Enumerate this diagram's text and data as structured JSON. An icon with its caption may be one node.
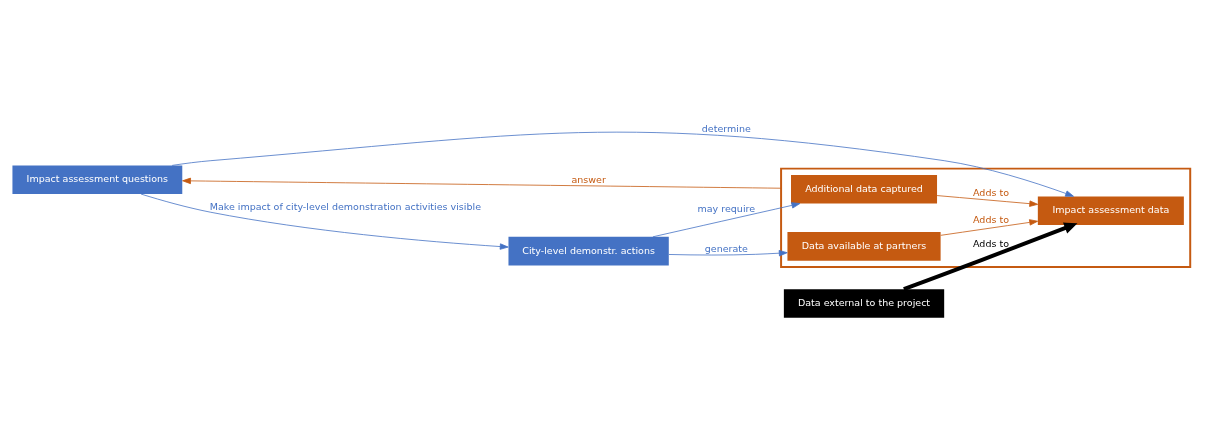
{
  "diagram": {
    "nodes": [
      {
        "text": [],
        "shape": "box"
      },
      {
        "text": [
          "Data available at partners"
        ],
        "in": 0
      },
      {
        "text": [
          "Impact assessment data"
        ],
        "in": 0
      },
      {
        "text": [
          "Additional data captured"
        ],
        "in": 0
      },
      {
        "text": [
          "Impact assessment questions"
        ]
      },
      {
        "text": [
          "City-level demonstr. actions"
        ]
      },
      {
        "text": [
          "Data external to the project"
        ]
      }
    ],
    "edges": [
      {
        "from": 4,
        "to": 5,
        "arrow": "to",
        "label": "Make impact of city-level demonstration activities visible"
      },
      {
        "from": 1,
        "to": 2,
        "arrow": "to",
        "label": "Adds to",
        "color": "#c55a11"
      },
      {
        "from": 5,
        "to": 1,
        "arrow": "to",
        "label": "generate"
      },
      {
        "from": 4,
        "to": 2,
        "arrow": "to",
        "label": "determine"
      },
      {
        "from": 6,
        "to": 2,
        "arrow": "to",
        "label": "Adds to",
        "style": "thick",
        "color": "#000000"
      },
      {
        "from": 3,
        "to": 2,
        "arrow": "to",
        "label": "Adds to",
        "color": "#c55a11"
      },
      {
        "from": 5,
        "to": 3,
        "arrow": "to",
        "label": "may require"
      },
      {
        "from": 0,
        "to": 4,
        "arrow": "to",
        "label": "answer",
        "color": "#c55a11"
      }
    ]
  }
}
